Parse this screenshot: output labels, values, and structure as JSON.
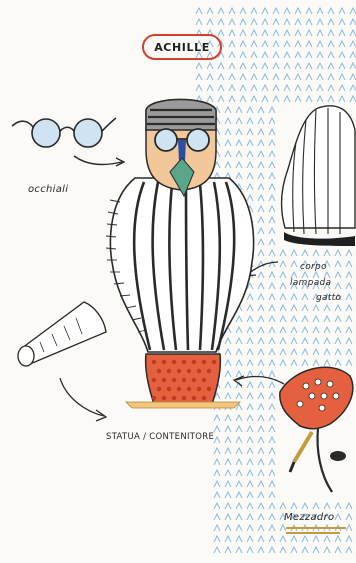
{
  "sketch": {
    "title": "ACHILLE",
    "labels": {
      "glasses": "occhiali",
      "body_top": "corpo",
      "body_mid": "lampada",
      "body_bottom": "gatto",
      "statue": "STATUA / CONTENITORE",
      "stool": "Mezzadro"
    }
  },
  "colors": {
    "accent": "#d4402c",
    "pattern": "#7ab0d8",
    "skin": "#f2c89a",
    "pot": "#e4603e"
  }
}
